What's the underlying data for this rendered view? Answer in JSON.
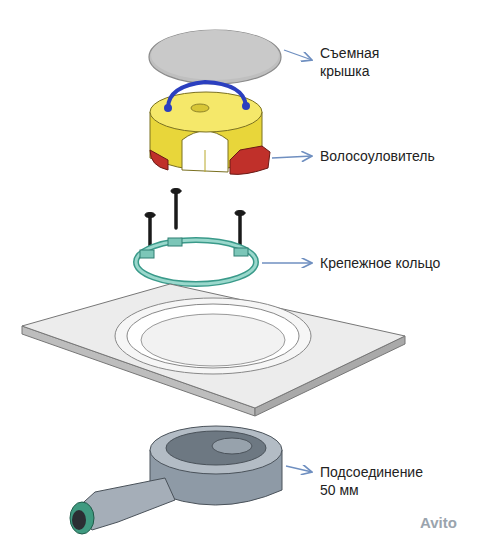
{
  "diagram": {
    "labels": [
      "Съемная крышка",
      "Волосоуловитель",
      "Крепежное кольцо",
      "Подсоединение 50 мм",
      "Avito"
    ]
  }
}
